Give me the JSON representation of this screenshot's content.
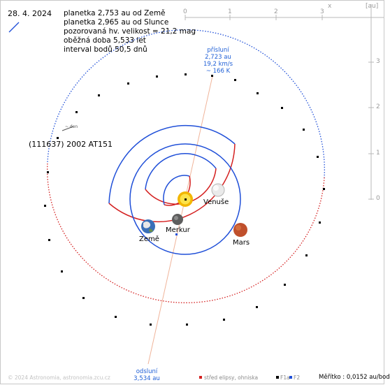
{
  "date": "28. 4. 2024",
  "info": {
    "line1": "planetka 2,753 au od Země",
    "line2": "planetka 2,965 au od Slunce",
    "line3": "pozorovaná hv. velikost = 21,2 mag",
    "line4": "oběžná doba 5,533 let",
    "line5": "interval bodů 50,5 dnů"
  },
  "object_name": "(111637) 2002 AT151",
  "perihelion": {
    "title": "přísluní",
    "distance": "2,723 au",
    "speed": "19,2 km/s",
    "temp": "~ 166 K"
  },
  "aphelion": {
    "title": "odsluní",
    "distance": "3,534 au"
  },
  "planets": {
    "earth": "Země",
    "mercury": "Merkur",
    "venus": "Venuše",
    "mars": "Mars"
  },
  "axis": {
    "unit": "[au]",
    "x_label": "x",
    "ticks_top": [
      "0",
      "1",
      "2",
      "3"
    ],
    "ticks_right": [
      "3",
      "2",
      "1",
      "0"
    ]
  },
  "footer": {
    "copyright": "© 2024 Astronomia, astronomia.zcu.cz",
    "legend": "střed elipsy, ohniska",
    "f1": "F1",
    "and": "a",
    "f2": "F2",
    "scale": "Měřítko : 0,0152 au/bod"
  },
  "colors": {
    "orbit_blue": "#1f4fd8",
    "orbit_red": "#d42020",
    "axis_gray": "#b0b0b0"
  },
  "icons": [
    "sun-icon",
    "earth-icon",
    "mercury-icon",
    "venus-icon",
    "mars-icon"
  ]
}
